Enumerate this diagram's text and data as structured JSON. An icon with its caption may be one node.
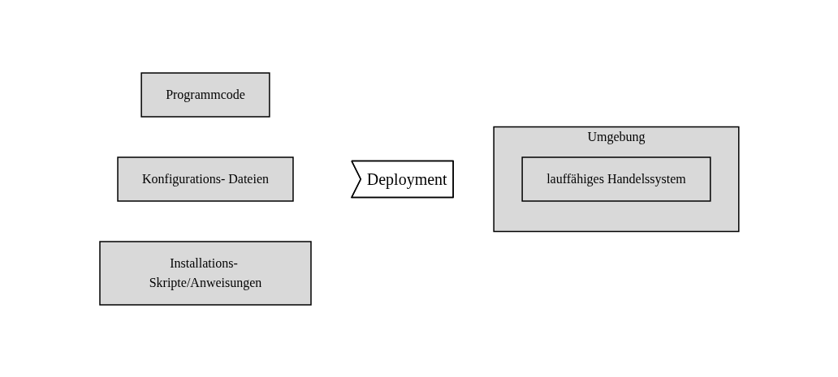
{
  "diagram": {
    "nodes": [
      {
        "text": [
          "Programmcode"
        ]
      },
      {
        "text": [
          "Konfigurations- Dateien"
        ]
      },
      {
        "text": [
          "Deployment"
        ]
      },
      {
        "text": [
          "Installations- Skripte/Anweisungen"
        ]
      },
      {
        "text": [
          "Umgebung"
        ]
      },
      {
        "text": [
          "lauffähiges Handelssystem"
        ],
        "in": 4
      }
    ],
    "edges": []
  }
}
